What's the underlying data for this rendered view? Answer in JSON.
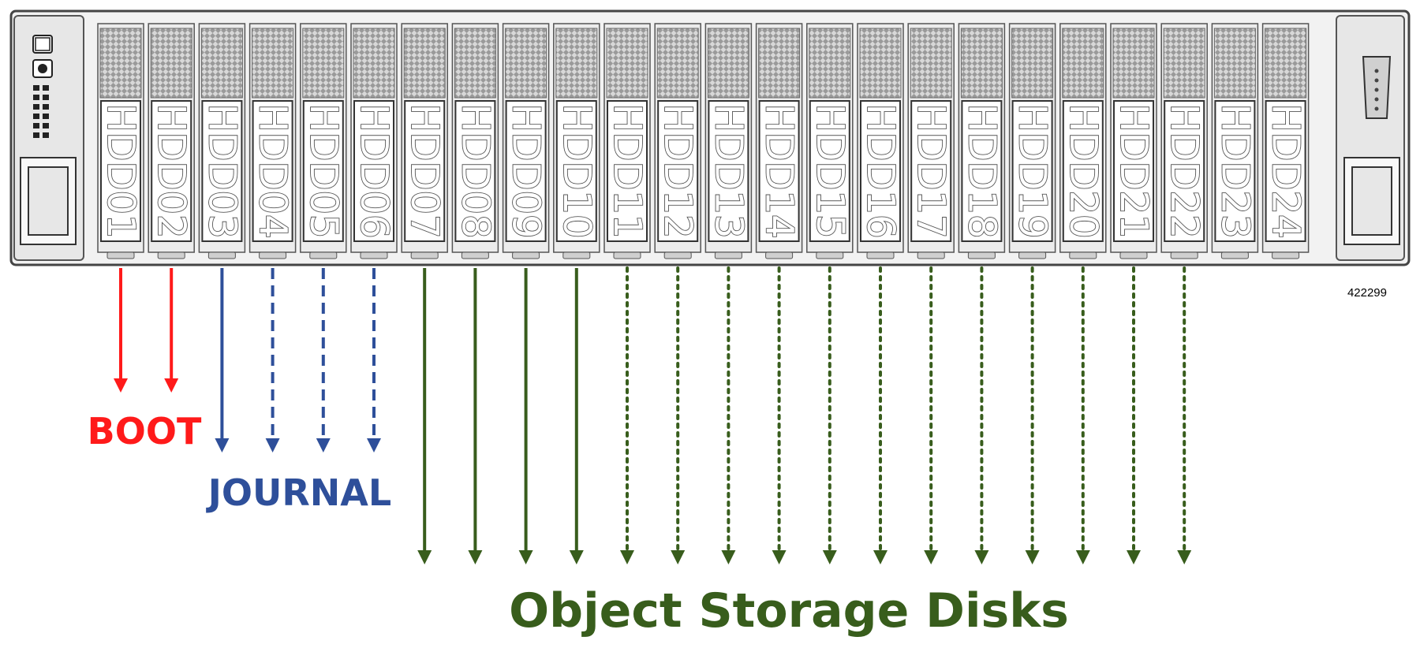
{
  "figure_id": "422299",
  "colors": {
    "boot": "#ff1a1a",
    "journal": "#2e4f9a",
    "object": "#385d1c",
    "chassis_line": "#444444",
    "drive_fill": "#ffffff"
  },
  "drives": [
    "HDD01",
    "HDD02",
    "HDD03",
    "HDD04",
    "HDD05",
    "HDD06",
    "HDD07",
    "HDD08",
    "HDD09",
    "HDD10",
    "HDD11",
    "HDD12",
    "HDD13",
    "HDD14",
    "HDD15",
    "HDD16",
    "HDD17",
    "HDD18",
    "HDD19",
    "HDD20",
    "HDD21",
    "HDD22",
    "HDD23",
    "HDD24"
  ],
  "groups": [
    {
      "id": "boot",
      "label": "BOOT",
      "color": "#ff1a1a",
      "drives": [
        {
          "index": 1,
          "line": "solid"
        },
        {
          "index": 2,
          "line": "solid"
        }
      ]
    },
    {
      "id": "journal",
      "label": "JOURNAL",
      "color": "#2e4f9a",
      "drives": [
        {
          "index": 3,
          "line": "solid"
        },
        {
          "index": 4,
          "line": "dashed"
        },
        {
          "index": 5,
          "line": "dashed"
        },
        {
          "index": 6,
          "line": "dashed"
        }
      ]
    },
    {
      "id": "object",
      "label": "Object Storage Disks",
      "color": "#385d1c",
      "drives": [
        {
          "index": 7,
          "line": "solid"
        },
        {
          "index": 8,
          "line": "solid"
        },
        {
          "index": 9,
          "line": "solid"
        },
        {
          "index": 10,
          "line": "solid"
        },
        {
          "index": 11,
          "line": "dotted"
        },
        {
          "index": 12,
          "line": "dotted"
        },
        {
          "index": 13,
          "line": "dotted"
        },
        {
          "index": 14,
          "line": "dotted"
        },
        {
          "index": 15,
          "line": "dotted"
        },
        {
          "index": 16,
          "line": "dotted"
        },
        {
          "index": 17,
          "line": "dotted"
        },
        {
          "index": 18,
          "line": "dotted"
        },
        {
          "index": 19,
          "line": "dotted"
        },
        {
          "index": 20,
          "line": "dotted"
        },
        {
          "index": 21,
          "line": "dotted"
        },
        {
          "index": 22,
          "line": "dotted"
        }
      ]
    }
  ]
}
